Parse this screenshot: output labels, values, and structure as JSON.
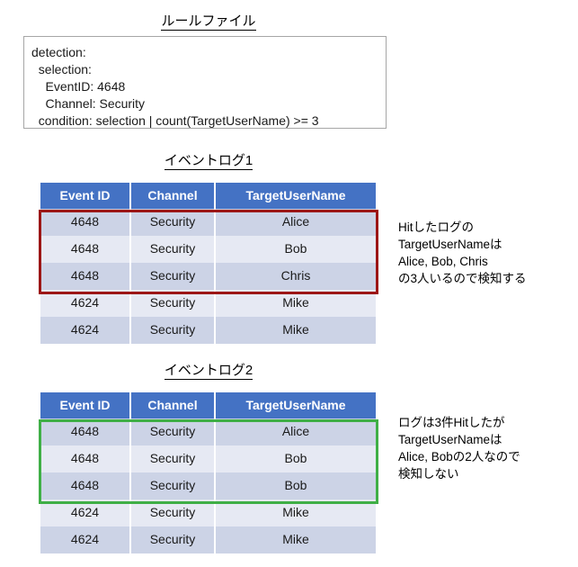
{
  "rule_section": {
    "title": "ルールファイル",
    "rule_text": "detection:\n  selection:\n    EventID: 4648\n    Channel: Security\n  condition: selection | count(TargetUserName) >= 3"
  },
  "log1_section": {
    "title": "イベントログ1",
    "columns": [
      "Event ID",
      "Channel",
      "TargetUserName"
    ],
    "rows": [
      [
        "4648",
        "Security",
        "Alice"
      ],
      [
        "4648",
        "Security",
        "Bob"
      ],
      [
        "4648",
        "Security",
        "Chris"
      ],
      [
        "4624",
        "Security",
        "Mike"
      ],
      [
        "4624",
        "Security",
        "Mike"
      ]
    ],
    "highlight_color": "#9c1616",
    "highlight_rows": 3,
    "annotation": "Hitしたログの\nTargetUserNameは\nAlice, Bob, Chris\nの3人いるので検知する"
  },
  "log2_section": {
    "title": "イベントログ2",
    "columns": [
      "Event ID",
      "Channel",
      "TargetUserName"
    ],
    "rows": [
      [
        "4648",
        "Security",
        "Alice"
      ],
      [
        "4648",
        "Security",
        "Bob"
      ],
      [
        "4648",
        "Security",
        "Bob"
      ],
      [
        "4624",
        "Security",
        "Mike"
      ],
      [
        "4624",
        "Security",
        "Mike"
      ]
    ],
    "highlight_color": "#3faf46",
    "highlight_rows": 3,
    "annotation": "ログは3件Hitしたが\nTargetUserNameは\nAlice, Bobの2人なので\n検知しない"
  },
  "colors": {
    "header_blue": "#4472c4",
    "row_odd": "#ccd3e6",
    "row_even": "#e6e9f3",
    "box_border": "#a6a6a6",
    "red_highlight": "#9c1616",
    "green_highlight": "#3faf46"
  }
}
